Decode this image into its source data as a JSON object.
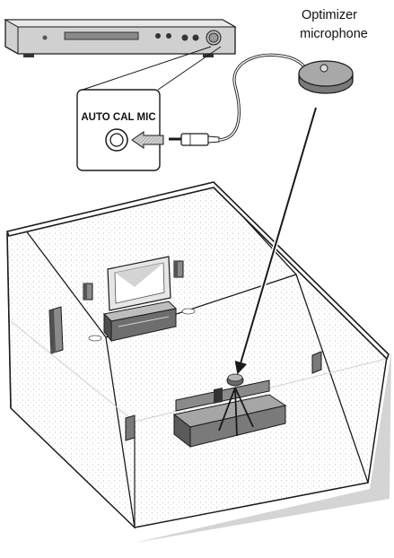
{
  "labels": {
    "mic_title_line1": "Optimizer",
    "mic_title_line2": "microphone",
    "jack_label": "AUTO CAL MIC"
  },
  "colors": {
    "line": "#1a1a1a",
    "gray_light": "#d9d9d9",
    "gray_mid": "#9a9a9a",
    "gray_dark": "#555555",
    "room_fill": "#ececec"
  },
  "icons": {
    "receiver": "av-receiver-icon",
    "microphone": "optimizer-microphone-icon",
    "plug": "mini-plug-icon",
    "jack": "mic-jack-icon",
    "tv": "tv-icon",
    "sofa": "sofa-icon",
    "tripod": "tripod-icon"
  }
}
